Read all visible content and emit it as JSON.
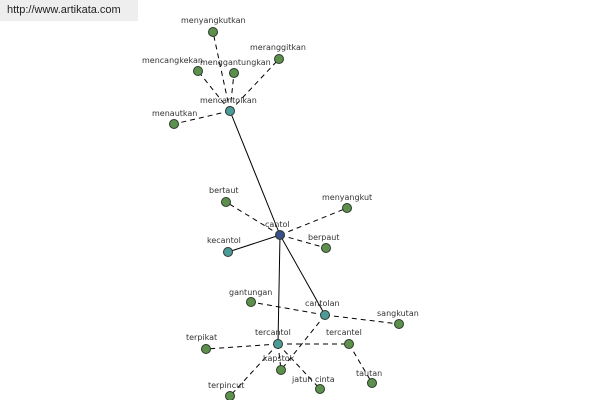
{
  "source_url": "http://www.artikata.com",
  "colors": {
    "leaf": "#5d8f4d",
    "hub": "#4d9a9a",
    "root": "#3a4f8a",
    "banner": "#eeeeee"
  },
  "nodes": {
    "cantol": "cantol",
    "mencantolkan": "mencantolkan",
    "menyangkutkan": "menyangkutkan",
    "mencangkeokan": "mencangkekan",
    "menggantungkan": "menggantungkan",
    "meranggitkan": "meranggitkan",
    "menautkan": "menautkan",
    "bertaut": "bertaut",
    "menyangkut": "menyangkut",
    "kecantol": "kecantol",
    "berpaut": "berpaut",
    "gantungan": "gantungan",
    "cantolan": "cantolan",
    "sangkutan": "sangkutan",
    "tercantol": "tercantol",
    "terpikat": "terpikat",
    "tercantel": "tercantel",
    "kapstok": "kapstok",
    "tautan": "tautan",
    "terpincut": "terpincut",
    "jatuh_cinta": "jatuh cinta"
  }
}
